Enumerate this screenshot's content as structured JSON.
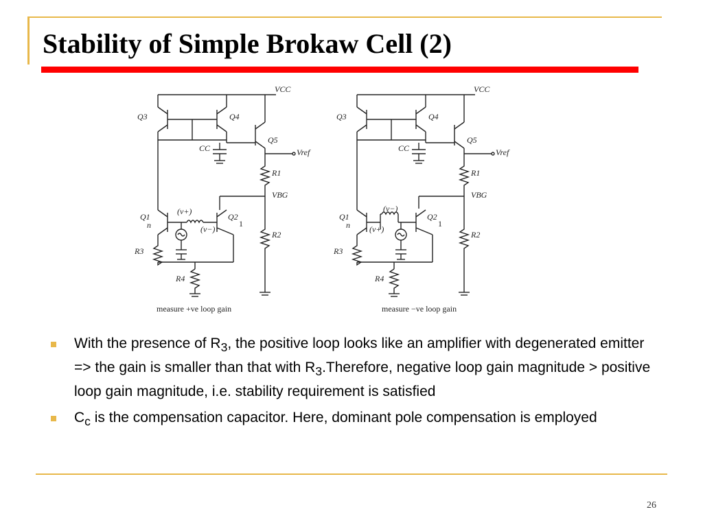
{
  "slide": {
    "title": "Stability of Simple Brokaw Cell (2)",
    "page_number": "26"
  },
  "figure": {
    "left": {
      "caption": "measure +ve loop gain",
      "labels": {
        "vcc": "VCC",
        "q3": "Q3",
        "q4": "Q4",
        "q5": "Q5",
        "cc": "CC",
        "vref": "Vref",
        "r1": "R1",
        "vbg": "VBG",
        "q1": "Q1",
        "q2": "Q2",
        "n": "n",
        "one": "1",
        "vplus": "(v+)",
        "vminus": "(v−)",
        "r2": "R2",
        "r3": "R3",
        "r4": "R4"
      }
    },
    "right": {
      "caption": "measure −ve loop gain",
      "labels": {
        "vcc": "VCC",
        "q3": "Q3",
        "q4": "Q4",
        "q5": "Q5",
        "cc": "CC",
        "vref": "Vref",
        "r1": "R1",
        "vbg": "VBG",
        "q1": "Q1",
        "q2": "Q2",
        "n": "n",
        "one": "1",
        "vplus": "(v+)",
        "vminus": "(v−)",
        "r2": "R2",
        "r3": "R3",
        "r4": "R4"
      }
    }
  },
  "bullets": [
    {
      "text_1": "With the presence of R",
      "sub_1": "3",
      "text_2": ", the positive loop looks like an amplifier with degenerated emitter  => the gain is smaller than that with R",
      "sub_2": "3",
      "text_3": ".Therefore, negative loop gain magnitude > positive loop gain magnitude, i.e. stability requirement is satisfied"
    },
    {
      "text_1": "C",
      "sub_1": "c",
      "text_2": " is the compensation capacitor. Here, dominant pole compensation is employed"
    }
  ],
  "colors": {
    "accent_gold": "#e8b84a",
    "title_rule_red": "#ff0000"
  }
}
